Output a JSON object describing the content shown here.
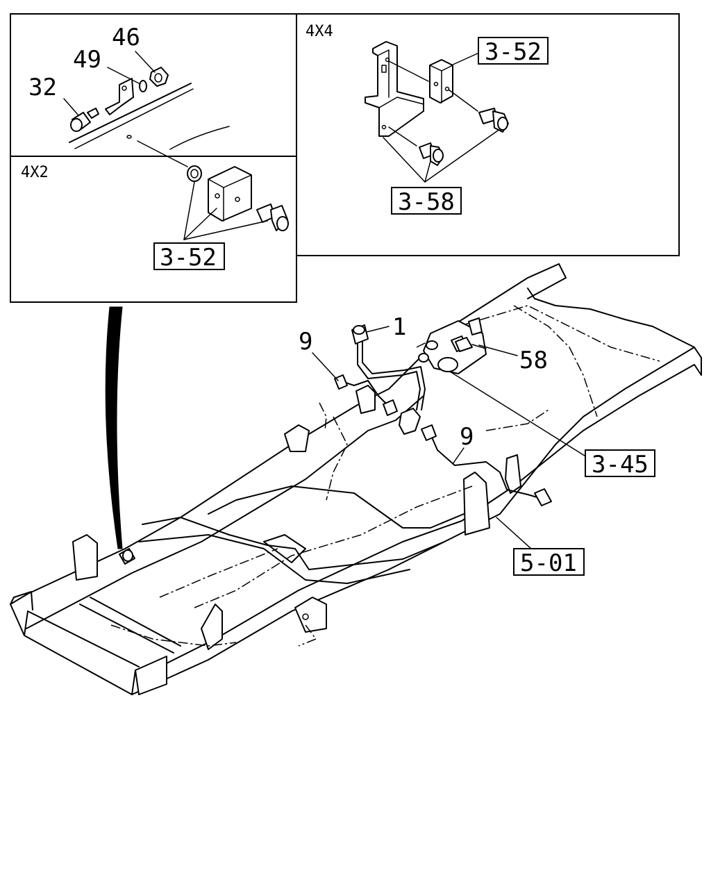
{
  "panels": {
    "top_left": {
      "callouts": [
        "46",
        "49",
        "32"
      ]
    },
    "four_by_two": {
      "title": "4X2",
      "ref": "3-52"
    },
    "four_by_four": {
      "title": "4X4",
      "ref_top": "3-52",
      "ref_bottom": "3-58"
    }
  },
  "main": {
    "callouts": {
      "item_1": "1",
      "item_9_left": "9",
      "item_9_right": "9",
      "item_58": "58"
    },
    "refs": {
      "valve": "3-45",
      "frame": "5-01"
    }
  }
}
